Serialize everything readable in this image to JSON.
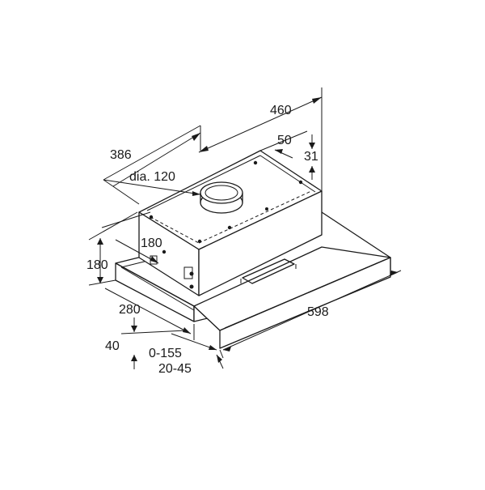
{
  "dimensions": {
    "width_top": "460",
    "depth_top": "386",
    "duct": "dia. 120",
    "offset_50": "50",
    "offset_31": "31",
    "height_180_inner": "180",
    "height_180_outer": "180",
    "depth_280": "280",
    "front_40": "40",
    "extension": "0-155",
    "front_offset": "20-45",
    "width_598": "598"
  }
}
